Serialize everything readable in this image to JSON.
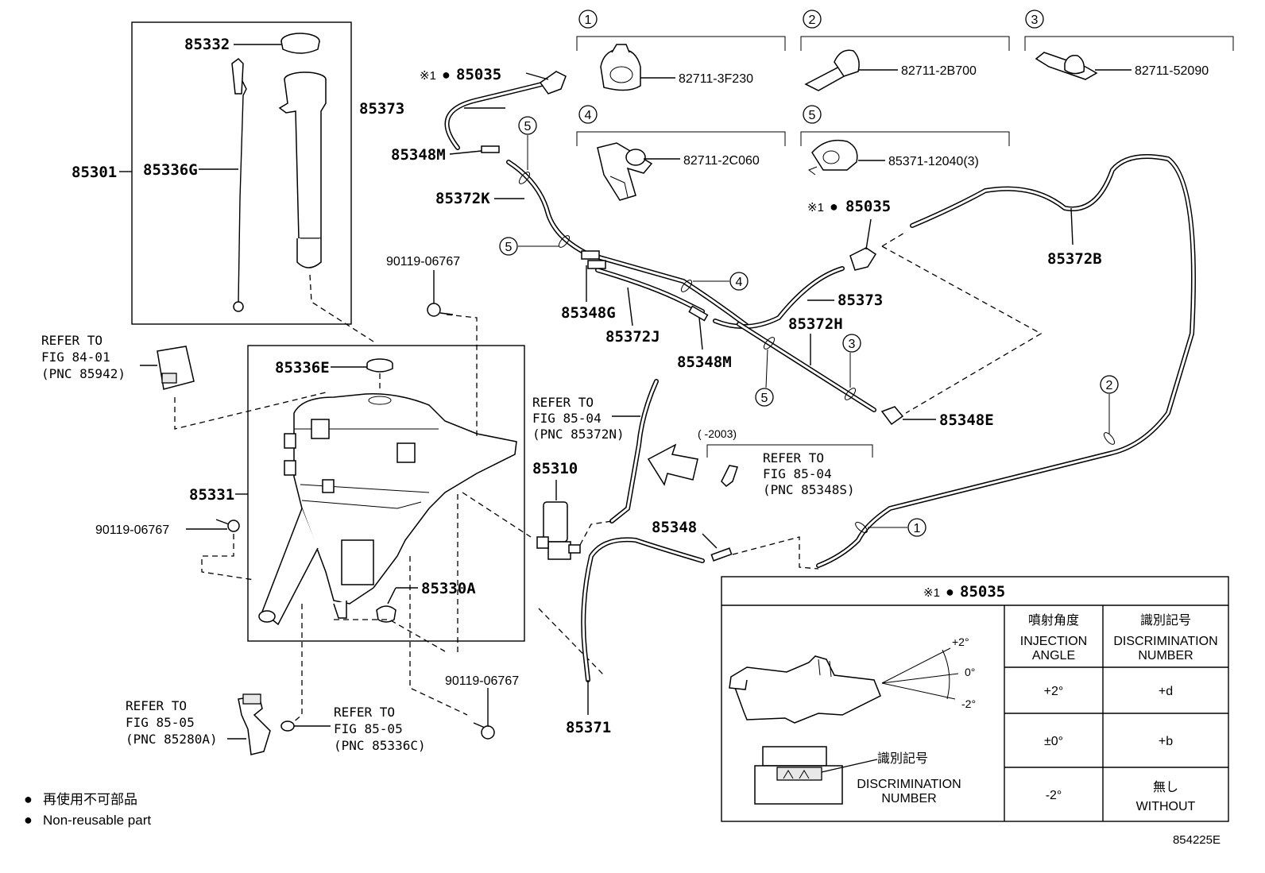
{
  "parts": {
    "p85301": "85301",
    "p85332": "85332",
    "p85336G": "85336G",
    "p85373_top": "85373",
    "p85348M_top": "85348M",
    "p85372K": "85372K",
    "p85035_top": "85035",
    "p85035_mid": "85035",
    "p85035_table": "85035",
    "p90119_top": "90119-06767",
    "p90119_left": "90119-06767",
    "p90119_bottom": "90119-06767",
    "p85348G": "85348G",
    "p85372J": "85372J",
    "p85348M_mid": "85348M",
    "p85373_mid": "85373",
    "p85372H": "85372H",
    "p85372B": "85372B",
    "p85348E": "85348E",
    "p85336E": "85336E",
    "p85331": "85331",
    "p85310": "85310",
    "p85348": "85348",
    "p85330A": "85330A",
    "p85371": "85371",
    "p82711_3F230": "82711-3F230",
    "p82711_2B700": "82711-2B700",
    "p82711_52090": "82711-52090",
    "p82711_2C060": "82711-2C060",
    "p85371_12040": "85371-12040(3)"
  },
  "marks": {
    "note_symbol": "※1",
    "bullet": "●"
  },
  "callouts": {
    "c1": "1",
    "c2": "2",
    "c3": "3",
    "c4": "4",
    "c5": "5"
  },
  "refs": {
    "r84_01": [
      "REFER TO",
      "FIG 84-01",
      "(PNC 85942)"
    ],
    "r85_04_a": [
      "REFER TO",
      "FIG 85-04",
      "(PNC 85372N)"
    ],
    "r85_04_b": [
      "REFER TO",
      "FIG 85-04",
      "(PNC 85348S)"
    ],
    "r85_05_a": [
      "REFER TO",
      "FIG 85-05",
      "(PNC 85280A)"
    ],
    "r85_05_b": [
      "REFER TO",
      "FIG 85-05",
      "(PNC 85336C)"
    ],
    "year_range": "(      -2003)"
  },
  "legend": {
    "jp": "再使用不可部品",
    "en": "Non-reusable part"
  },
  "table": {
    "head_jp_angle": "噴射角度",
    "head_en_angle_1": "INJECTION",
    "head_en_angle_2": "ANGLE",
    "head_jp_disc": "識別記号",
    "head_en_disc_1": "DISCRIMINATION",
    "head_en_disc_2": "NUMBER",
    "rows": [
      {
        "angle": "+2°",
        "code": "+d"
      },
      {
        "angle": "±0°",
        "code": "+b"
      },
      {
        "angle": "-2°",
        "code_jp": "無し",
        "code": "WITHOUT"
      }
    ],
    "angle_plus": "+2°",
    "angle_zero": "0°",
    "angle_minus": "-2°",
    "disc_jp": "識別記号",
    "disc_en_1": "DISCRIMINATION",
    "disc_en_2": "NUMBER"
  },
  "figure_id": "854225E"
}
